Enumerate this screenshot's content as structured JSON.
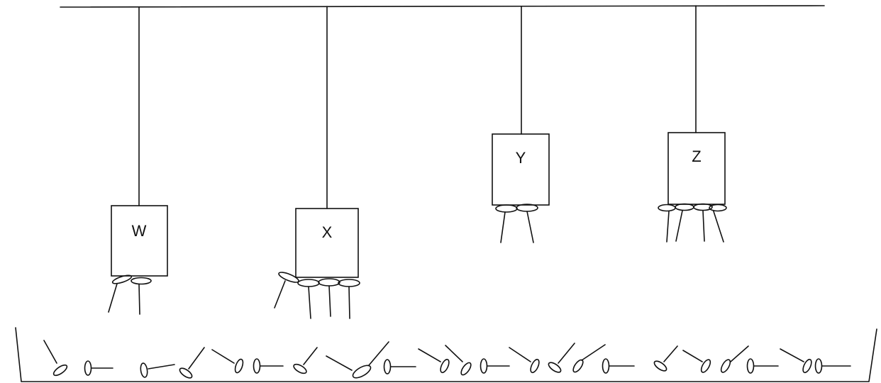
{
  "magnets": [
    {
      "label": "W",
      "pins_attached": 2
    },
    {
      "label": "X",
      "pins_attached": 4
    },
    {
      "label": "Y",
      "pins_attached": 2
    },
    {
      "label": "Z",
      "pins_attached": 4
    }
  ],
  "colors": {
    "ink": "#111111",
    "background": "#ffffff"
  }
}
